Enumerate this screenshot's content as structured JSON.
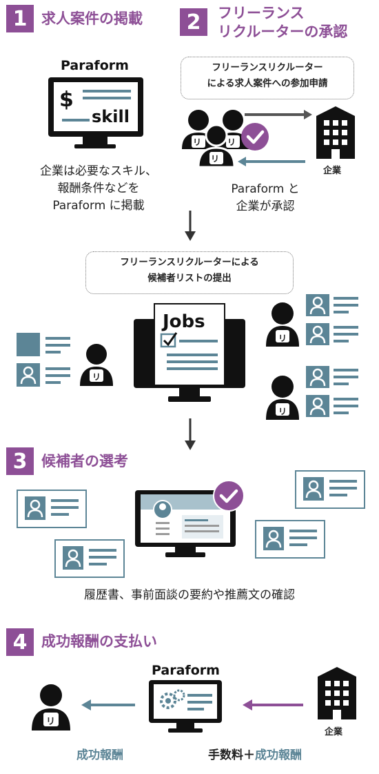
{
  "steps": [
    {
      "num": "1",
      "title": "求人案件の掲載"
    },
    {
      "num": "2",
      "title_line1": "フリーランス",
      "title_line2": "リクルーターの承認"
    },
    {
      "num": "3",
      "title": "候補者の選考"
    },
    {
      "num": "4",
      "title": "成功報酬の支払い"
    }
  ],
  "step1": {
    "brand": "Paraform",
    "screen_symbol": "$",
    "screen_word": "skill",
    "caption": [
      "企業は必要なスキル、",
      "報酬条件などを",
      "Paraform に掲載"
    ]
  },
  "step2": {
    "bubble": [
      "フリーランスリクルーター",
      "による求人案件への参加申請"
    ],
    "recruiter_badge": "リ",
    "company_label": "企業",
    "caption": [
      "Paraform と",
      "企業が承認"
    ]
  },
  "submission": {
    "bubble": [
      "フリーランスリクルーターによる",
      "候補者リストの提出"
    ],
    "doc_title": "Jobs",
    "recruiter_badge": "リ"
  },
  "step3": {
    "caption": "履歴書、事前面談の要約や推薦文の確認"
  },
  "step4": {
    "brand": "Paraform",
    "recruiter_badge": "リ",
    "company_label": "企業",
    "left_label": "成功報酬",
    "right_label_black": "手数料＋",
    "right_label_teal": "成功報酬"
  },
  "colors": {
    "purple": "#8d4f96",
    "teal": "#5c8596",
    "dark": "#111111",
    "gray": "#666666"
  }
}
